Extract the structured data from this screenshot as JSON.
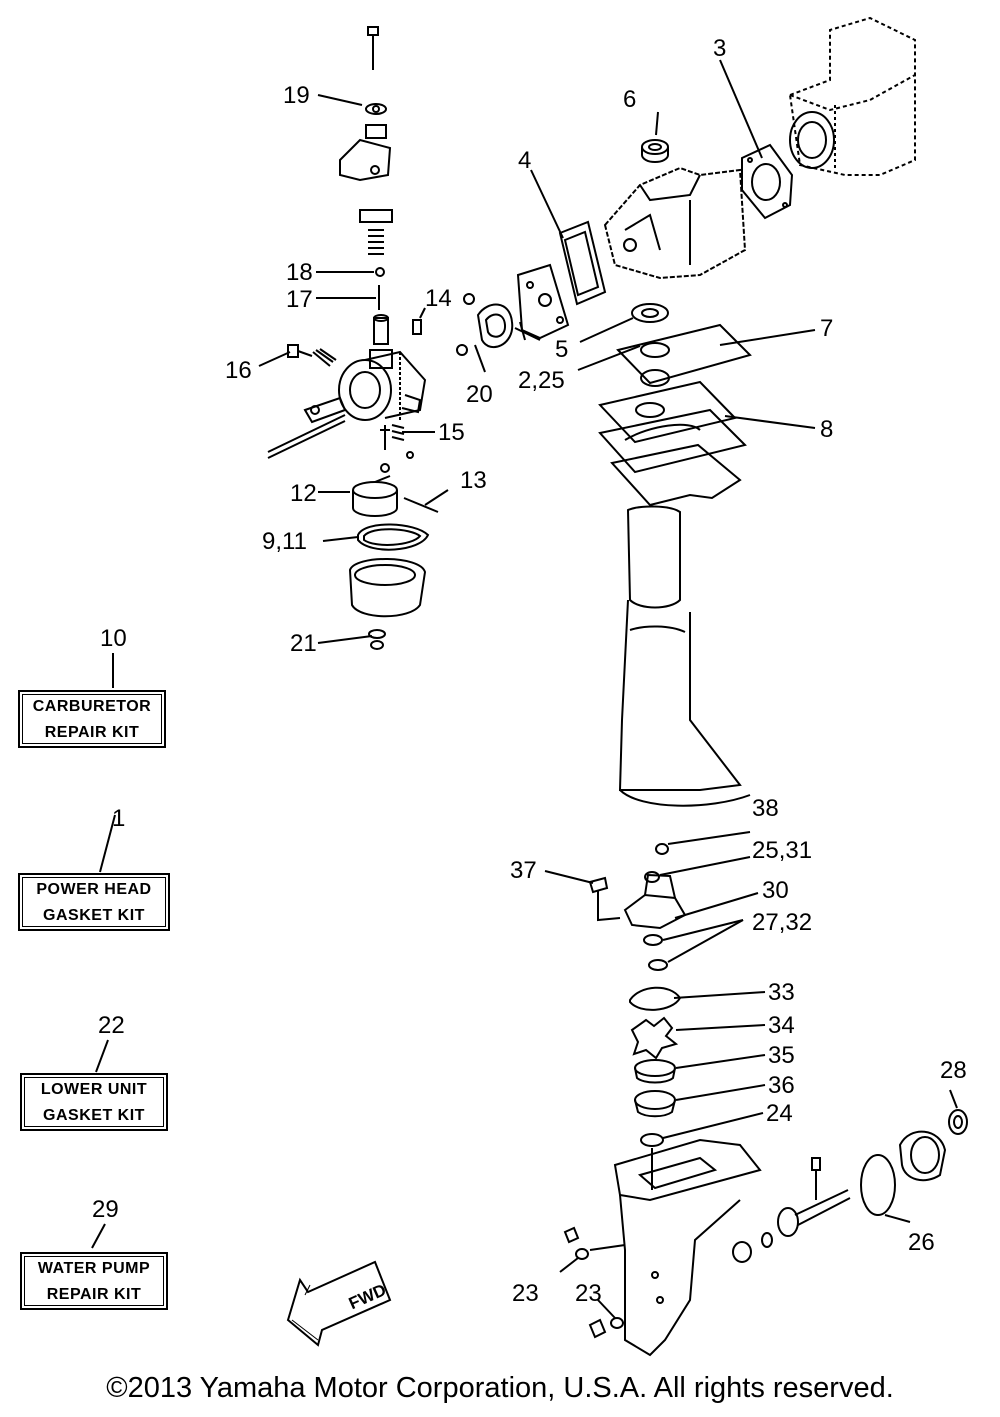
{
  "callouts": {
    "c3": "3",
    "c4": "4",
    "c5": "5",
    "c6": "6",
    "c7": "7",
    "c8": "8",
    "c9_11": "9,11",
    "c12": "12",
    "c13": "13",
    "c14": "14",
    "c15": "15",
    "c16": "16",
    "c17": "17",
    "c18": "18",
    "c19": "19",
    "c20": "20",
    "c21": "21",
    "c2_25": "2,25",
    "c23a": "23",
    "c23b": "23",
    "c24": "24",
    "c25_31": "25,31",
    "c26": "26",
    "c27_32": "27,32",
    "c28": "28",
    "c30": "30",
    "c33": "33",
    "c34": "34",
    "c35": "35",
    "c36": "36",
    "c37": "37",
    "c38": "38"
  },
  "kits": {
    "carb": {
      "num": "10",
      "line1": "CARBURETOR",
      "line2": "REPAIR KIT"
    },
    "power": {
      "num": "1",
      "line1": "POWER HEAD",
      "line2": "GASKET KIT"
    },
    "lower": {
      "num": "22",
      "line1": "LOWER UNIT",
      "line2": "GASKET KIT"
    },
    "pump": {
      "num": "29",
      "line1": "WATER PUMP",
      "line2": "REPAIR KIT"
    }
  },
  "fwd_label": "FWD",
  "copyright": "©2013 Yamaha Motor Corporation, U.S.A. All rights reserved."
}
